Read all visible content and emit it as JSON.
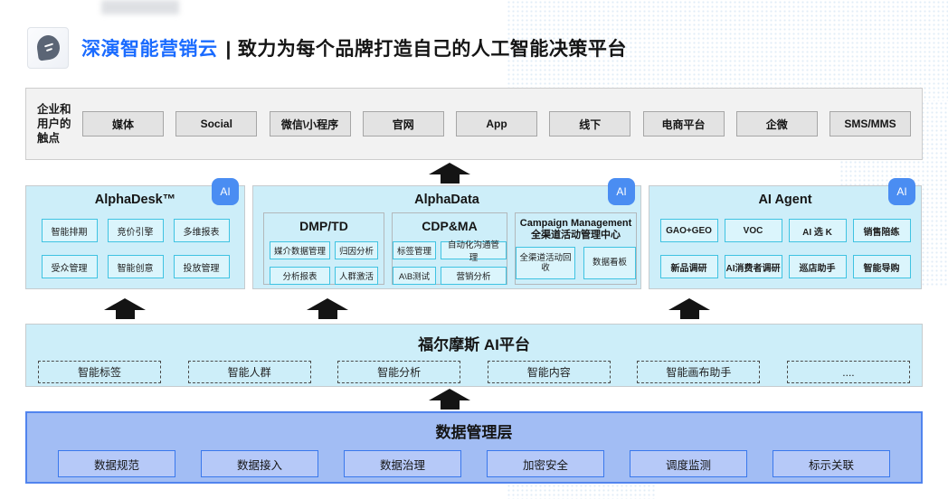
{
  "header": {
    "brand": "深演智能营销云",
    "divider": "|",
    "tagline": "致力为每个品牌打造自己的人工智能决策平台"
  },
  "touchpoints": {
    "label": "企业和用户的触点",
    "items": [
      "媒体",
      "Social",
      "微信\\小程序",
      "官网",
      "App",
      "线下",
      "电商平台",
      "企微",
      "SMS/MMS"
    ]
  },
  "panels": {
    "alphadesk": {
      "title": "AlphaDesk™",
      "badge": "AI",
      "items": [
        "智能排期",
        "竞价引擎",
        "多维报表",
        "受众管理",
        "智能创意",
        "投放管理"
      ]
    },
    "alphadata": {
      "title": "AlphaData",
      "badge": "AI",
      "groups": [
        {
          "title": "DMP/TD",
          "items": [
            "媒介数据管理",
            "归因分析",
            "分析报表",
            "人群激活"
          ]
        },
        {
          "title": "CDP&MA",
          "items": [
            "标签管理",
            "自动化沟通管理",
            "A\\B测试",
            "营销分析"
          ]
        },
        {
          "title_line1": "Campaign Management",
          "title_line2": "全渠道活动管理中心",
          "items": [
            "全渠道活动回收",
            "数据看板"
          ]
        }
      ]
    },
    "aiagent": {
      "title": "AI Agent",
      "badge": "AI",
      "items": [
        "GAO+GEO",
        "VOC",
        "AI 选 K",
        "销售陪练",
        "新品调研",
        "AI消费者调研",
        "巡店助手",
        "智能导购"
      ]
    }
  },
  "holmes": {
    "title": "福尔摩斯 AI平台",
    "items": [
      "智能标签",
      "智能人群",
      "智能分析",
      "智能内容",
      "智能画布助手",
      "...."
    ]
  },
  "datalayer": {
    "title": "数据管理层",
    "items": [
      "数据规范",
      "数据接入",
      "数据治理",
      "加密安全",
      "调度监测",
      "标示关联"
    ]
  },
  "colors": {
    "brand_blue": "#1a6bff",
    "panel_cyan": "#cdeef9",
    "item_cyan_border": "#3fc3e2",
    "badge_blue": "#4a8df2",
    "datalayer_fill": "#a2bdf4",
    "datalayer_border": "#3a78ec",
    "arrow_black": "#141414"
  }
}
